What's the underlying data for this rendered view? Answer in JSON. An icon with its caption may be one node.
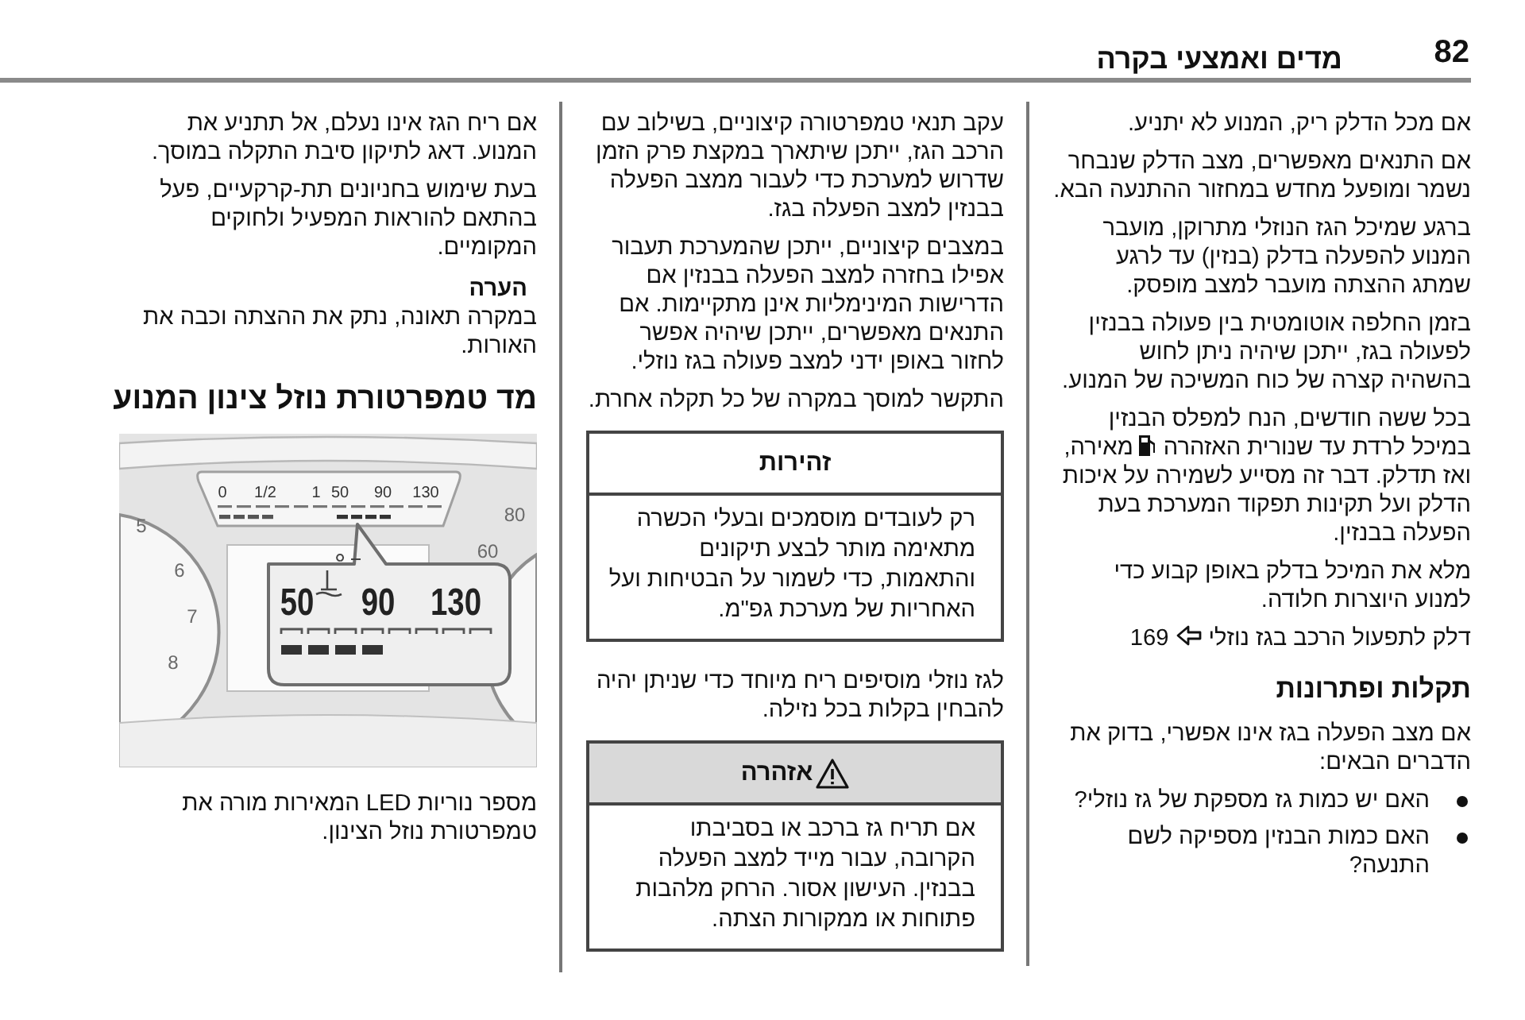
{
  "diagram": {
    "title": "מדים ואמצעי בקרה",
    "nodes": [
      {
        "text": [
          "זהירות",
          "רק לעובדים מוסמכים ובעלי הכשרה מתאימה מותר לבצע תיקונים והתאמות, כדי לשמור על הבטיחות ועל האחריות של מערכת גפ\"מ."
        ]
      },
      {
        "text": [
          "אזהרה",
          "אם תריח גז ברכב או בסביבתו הקרובה, עבור מייד למצב הפעלה בבנזין. העישון אסור. הרחק מלהבות פתוחות או ממקורות הצתה."
        ]
      }
    ],
    "labels": [
      "82",
      "אם מכל הדלק ריק, המנוע לא יתניע.",
      "אם התנאים מאפשרים, מצב הדלק שנבחר נשמר ומופעל מחדש במחזור ההתנעה הבא.",
      "ברגע שמיכל הגז הנוזלי מתרוקן, מועבר המנוע להפעלה בדלק (בנזין) עד לרגע שמתג ההצתה מועבר למצב מופסק.",
      "בזמן החלפה אוטומטית בין פעולה בבנזין לפעולה בגז, ייתכן שיהיה ניתן לחוש בהשהיה קצרה של כוח המשיכה של המנוע.",
      "בכל ששה חודשים, הנח למפלס הבנזין במיכל לרדת עד שנורית האזהרה",
      "מאירה, ואז תדלק. דבר זה מסייע לשמירה על איכות הדלק ועל תקינות תפקוד המערכת בעת הפעלה בבנזין.",
      "מלא את המיכל בדלק באופן קבוע כדי למנוע היוצרות חלודה.",
      "169",
      "דלק לתפעול הרכב בגז נוזלי",
      "תקלות ופתרונות",
      "אם מצב הפעלה בגז אינו אפשרי, בדוק את הדברים הבאים:",
      "האם יש כמות גז מספקת של גז נוזלי?",
      "האם כמות הבנזין מספיקה לשם התנעה?",
      "עקב תנאי טמפרטורה קיצוניים, בשילוב עם הרכב הגז, ייתכן שיתארך במקצת פרק הזמן שדרוש למערכת כדי לעבור ממצב הפעלה בבנזין למצב הפעלה בגז.",
      "במצבים קיצוניים, ייתכן שהמערכת תעבור אפילו בחזרה למצב הפעלה בבנזין אם הדרישות המינימליות אינן מתקיימות. אם התנאים מאפשרים, ייתכן שיהיה אפשר לחזור באופן ידני למצב פעולה בגז נוזלי.",
      "התקשר למוסך במקרה של כל תקלה אחרת.",
      "לגז נוזלי מוסיפים ריח מיוחד כדי שניתן יהיה להבחין בקלות בכל נזילה.",
      "אם ריח הגז אינו נעלם, אל תתניע את המנוע. דאג לתיקון סיבת התקלה במוסך.",
      "בעת שימוש בחניונים תת-קרקעיים, פעל בהתאם להוראות המפעיל ולחוקים המקומיים.",
      "הערה",
      "במקרה תאונה, נתק את ההצתה וכבה את האורות.",
      "מד טמפרטורת נוזל צינון המנוע",
      "0",
      "1/2",
      "1",
      "50",
      "90",
      "130",
      "5",
      "6",
      "7",
      "8",
      "60",
      "80",
      "50",
      "90",
      "130",
      "מספר נוריות LED המאירות מורה את טמפרטורת נוזל הצינון."
    ]
  }
}
